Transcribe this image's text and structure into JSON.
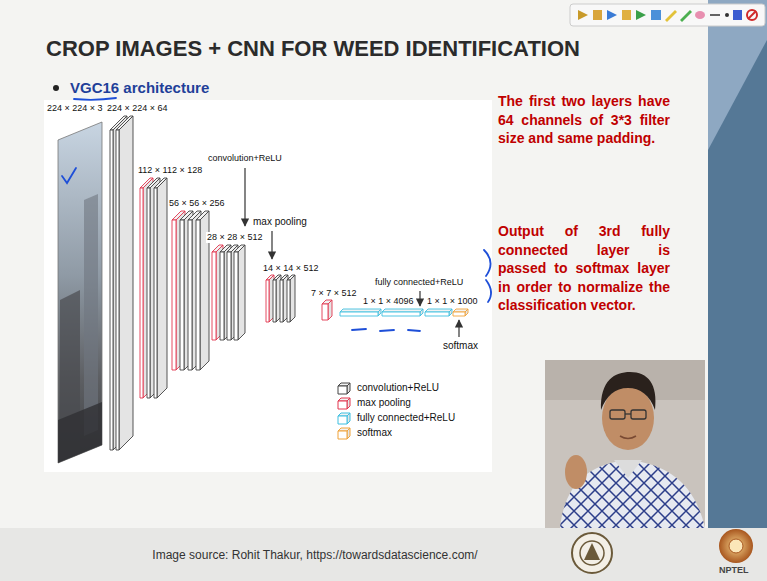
{
  "diagram": {
    "title": "CROP IMAGES + CNN FOR WEED IDENTIFICATION",
    "caption": "Image source: Rohit Thakur, https://towardsdatascience.com/",
    "labels": [
      "VGC16 architecture",
      "224 × 224 × 3",
      "224 × 224 × 64",
      "112 × 112 × 128",
      "56 × 56 × 256",
      "28 × 28 × 512",
      "14 × 14 × 512",
      "7 × 7 × 512",
      "1 × 1 × 4096",
      "1 × 1 × 1000",
      "convolution+ReLU",
      "max pooling",
      "fully connected+ReLU",
      "softmax",
      "The first two layers have 64 channels of 3*3 filter size and same padding.",
      "Output of 3rd fully connected layer is passed to softmax layer in order to normalize the classification vector.",
      "NPTEL"
    ],
    "legend": [
      {
        "text": "convolution+ReLU"
      },
      {
        "text": "max pooling"
      },
      {
        "text": "fully connected+ReLU"
      },
      {
        "text": "softmax"
      }
    ]
  }
}
